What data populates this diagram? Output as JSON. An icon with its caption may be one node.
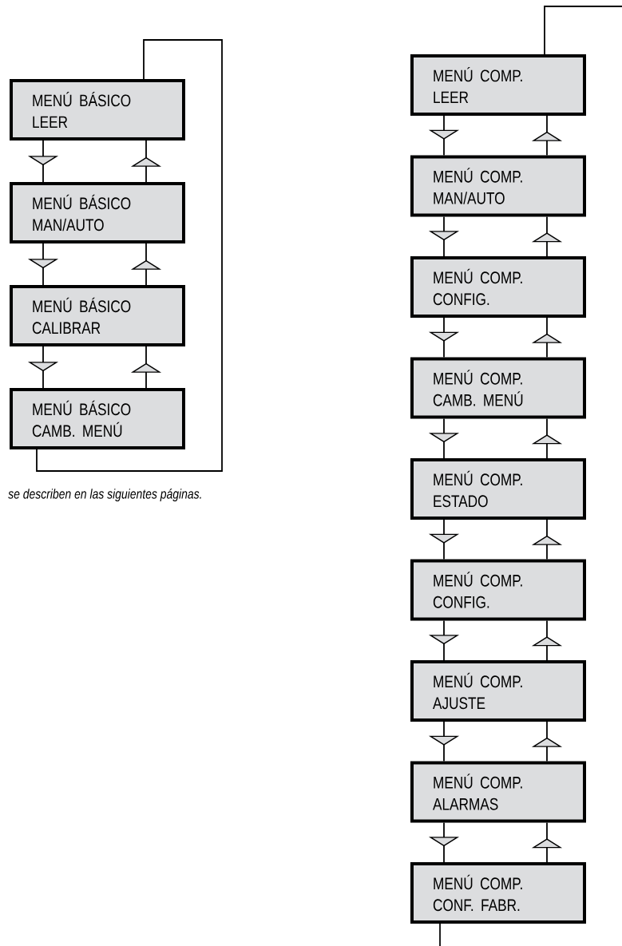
{
  "diagram": {
    "nodes": [
      {
        "text": [
          "MENÚ BÁSICO LEER"
        ]
      },
      {
        "text": [
          "MENÚ BÁSICO MAN/AUTO"
        ]
      },
      {
        "text": [
          "MENÚ BÁSICO CALIBRAR"
        ]
      },
      {
        "text": [
          "MENÚ BÁSICO CAMB. MENÚ"
        ]
      },
      {
        "text": [
          "MENÚ COMP. LEER"
        ]
      },
      {
        "text": [
          "MENÚ COMP. MAN/AUTO"
        ]
      },
      {
        "text": [
          "MENÚ COMP. CONFIG."
        ]
      },
      {
        "text": [
          "MENÚ COMP. CAMB. MENÚ"
        ]
      },
      {
        "text": [
          "MENÚ COMP. ESTADO"
        ]
      },
      {
        "text": [
          "MENÚ COMP. CONFIG."
        ]
      },
      {
        "text": [
          "MENÚ COMP. AJUSTE"
        ]
      },
      {
        "text": [
          "MENÚ COMP. ALARMAS"
        ]
      },
      {
        "text": [
          "MENÚ COMP. CONF. FABR."
        ]
      }
    ],
    "edges": [
      {
        "from": 0,
        "to": 1,
        "arrow": "to"
      },
      {
        "from": 1,
        "to": 0,
        "arrow": "to"
      },
      {
        "from": 1,
        "to": 2,
        "arrow": "to"
      },
      {
        "from": 2,
        "to": 1,
        "arrow": "to"
      },
      {
        "from": 2,
        "to": 3,
        "arrow": "to"
      },
      {
        "from": 3,
        "to": 2,
        "arrow": "to"
      },
      {
        "from": 3,
        "to": 0,
        "arrow": "none"
      },
      {
        "from": 4,
        "to": null,
        "arrow": "none"
      },
      {
        "from": 4,
        "to": 5,
        "arrow": "to"
      },
      {
        "from": 5,
        "to": 4,
        "arrow": "to"
      },
      {
        "from": 5,
        "to": 6,
        "arrow": "to"
      },
      {
        "from": 6,
        "to": 5,
        "arrow": "to"
      },
      {
        "from": 6,
        "to": 7,
        "arrow": "to"
      },
      {
        "from": 7,
        "to": 6,
        "arrow": "to"
      },
      {
        "from": 7,
        "to": 8,
        "arrow": "to"
      },
      {
        "from": 8,
        "to": 7,
        "arrow": "to"
      },
      {
        "from": 8,
        "to": 9,
        "arrow": "to"
      },
      {
        "from": 9,
        "to": 8,
        "arrow": "to"
      },
      {
        "from": 9,
        "to": 10,
        "arrow": "to"
      },
      {
        "from": 10,
        "to": 9,
        "arrow": "to"
      },
      {
        "from": 10,
        "to": 11,
        "arrow": "to"
      },
      {
        "from": 11,
        "to": 10,
        "arrow": "to"
      },
      {
        "from": 11,
        "to": 12,
        "arrow": "to"
      },
      {
        "from": 12,
        "to": 11,
        "arrow": "to"
      },
      {
        "from": 12,
        "to": null,
        "arrow": "none"
      }
    ],
    "labels": [
      "se describen en las siguientes páginas."
    ]
  }
}
